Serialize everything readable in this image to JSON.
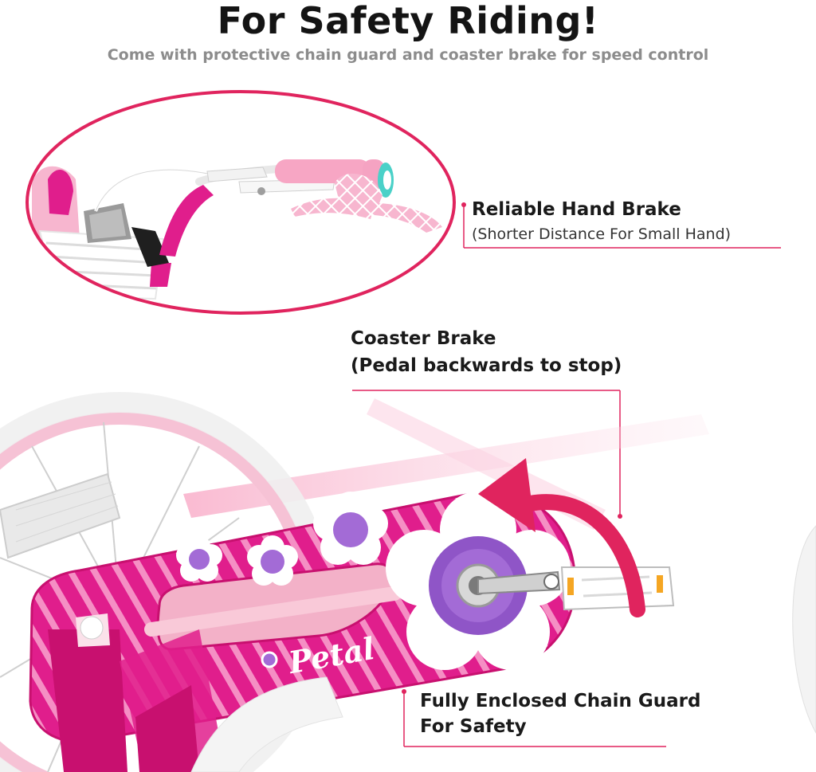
{
  "header": {
    "title": "For Safety Riding!",
    "subtitle": "Come with protective chain guard and coaster brake for speed control"
  },
  "callouts": {
    "hand_brake": {
      "title": "Reliable Hand Brake",
      "subtitle": "(Shorter Distance For Small Hand)"
    },
    "coaster_brake": {
      "title": "Coaster Brake",
      "subtitle": "(Pedal backwards to stop)"
    },
    "chain_guard": {
      "title": "Fully Enclosed Chain Guard",
      "subtitle": "For Safety"
    }
  },
  "logo": {
    "text": "Petal"
  },
  "colors": {
    "accent": "#e0245e",
    "magenta": "#e01e8c",
    "pink_light": "#f7c6d6",
    "lilac": "#a36bd6",
    "title": "#141414",
    "subtitle": "#8c8c8c"
  }
}
